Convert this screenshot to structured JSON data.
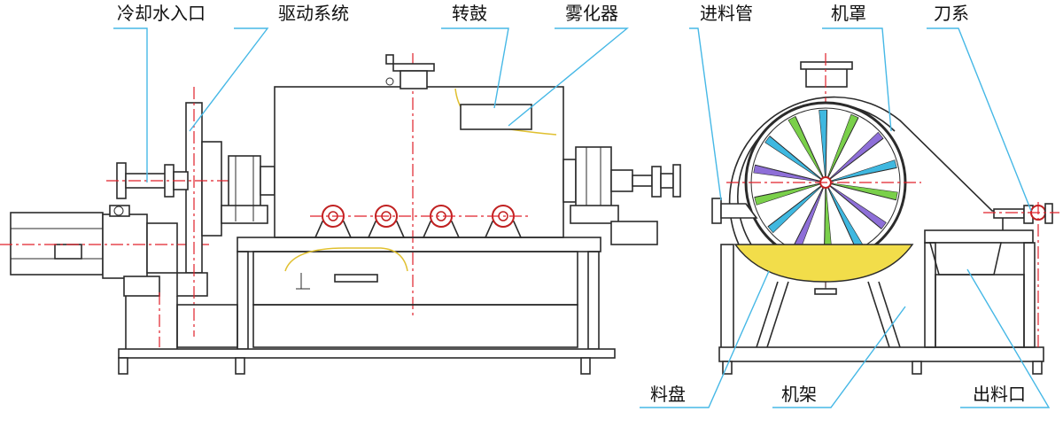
{
  "labels": {
    "cooling_inlet": "冷却水入口",
    "drive_system": "驱动系统",
    "drum": "转鼓",
    "atomizer": "雾化器",
    "feed_pipe": "进料管",
    "hood": "机罩",
    "knife": "刀系",
    "tray": "料盘",
    "frame": "机架",
    "outlet": "出料口"
  },
  "colors": {
    "outline": "#2b2b2b",
    "centerline": "#e0202a",
    "leader": "#46b8e6",
    "tray_fill": "#f2dd4a",
    "blade_a": "#3fb8e0",
    "blade_b": "#7ad04a",
    "blade_c": "#8e6fd8"
  }
}
